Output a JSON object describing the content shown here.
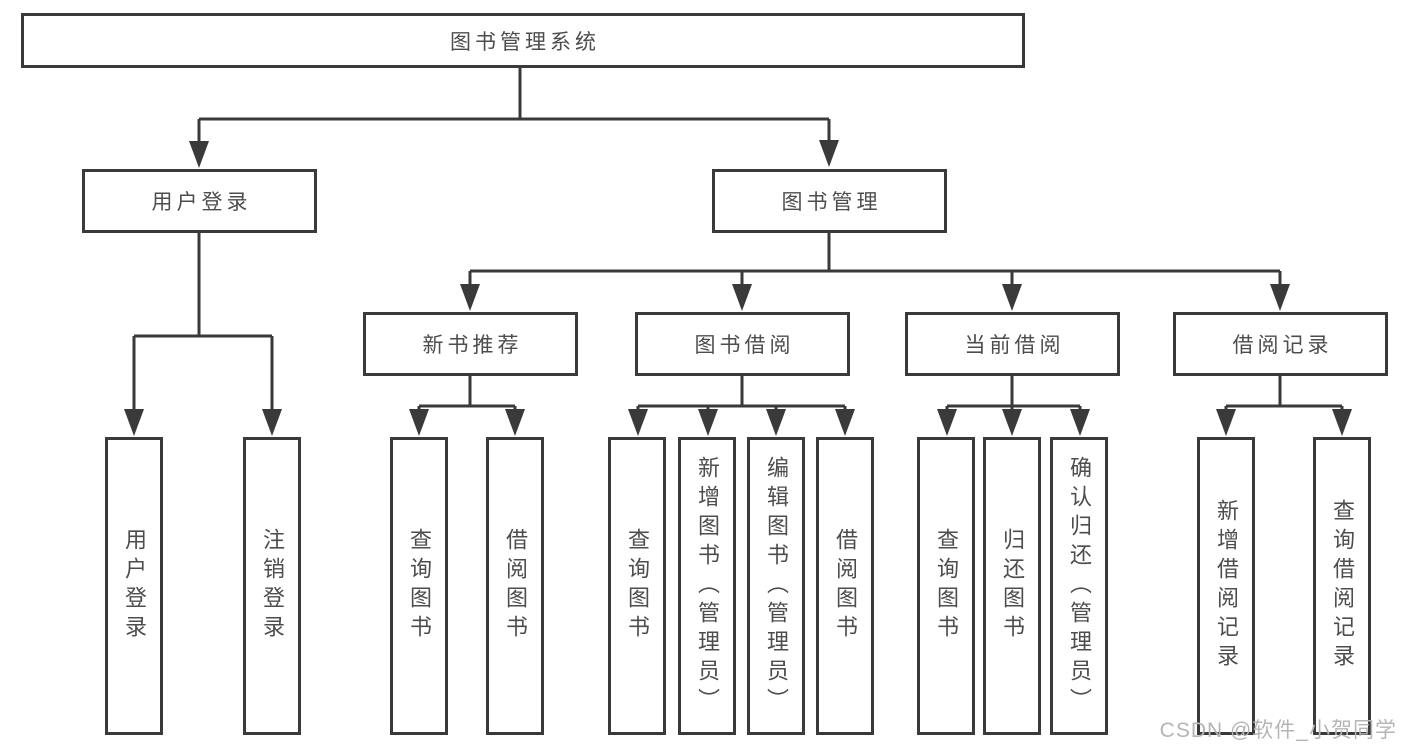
{
  "tree": {
    "root": {
      "label": "图书管理系统"
    },
    "children": [
      {
        "label": "用户登录",
        "children": [
          {
            "label": "用户登录"
          },
          {
            "label": "注销登录"
          }
        ]
      },
      {
        "label": "图书管理",
        "children": [
          {
            "label": "新书推荐",
            "children": [
              {
                "label": "查询图书"
              },
              {
                "label": "借阅图书"
              }
            ]
          },
          {
            "label": "图书借阅",
            "children": [
              {
                "label": "查询图书"
              },
              {
                "label": "新增图书（管理员）"
              },
              {
                "label": "编辑图书（管理员）"
              },
              {
                "label": "借阅图书"
              }
            ]
          },
          {
            "label": "当前借阅",
            "children": [
              {
                "label": "查询图书"
              },
              {
                "label": "归还图书"
              },
              {
                "label": "确认归还（管理员）"
              }
            ]
          },
          {
            "label": "借阅记录",
            "children": [
              {
                "label": "新增借阅记录"
              },
              {
                "label": "查询借阅记录"
              }
            ]
          }
        ]
      }
    ]
  },
  "watermark": "CSDN @软件_小贺同学",
  "colors": {
    "line": "#3a3a3a",
    "text": "#4d4d4d",
    "watermark": "#b5b5b5",
    "background": "#ffffff"
  }
}
